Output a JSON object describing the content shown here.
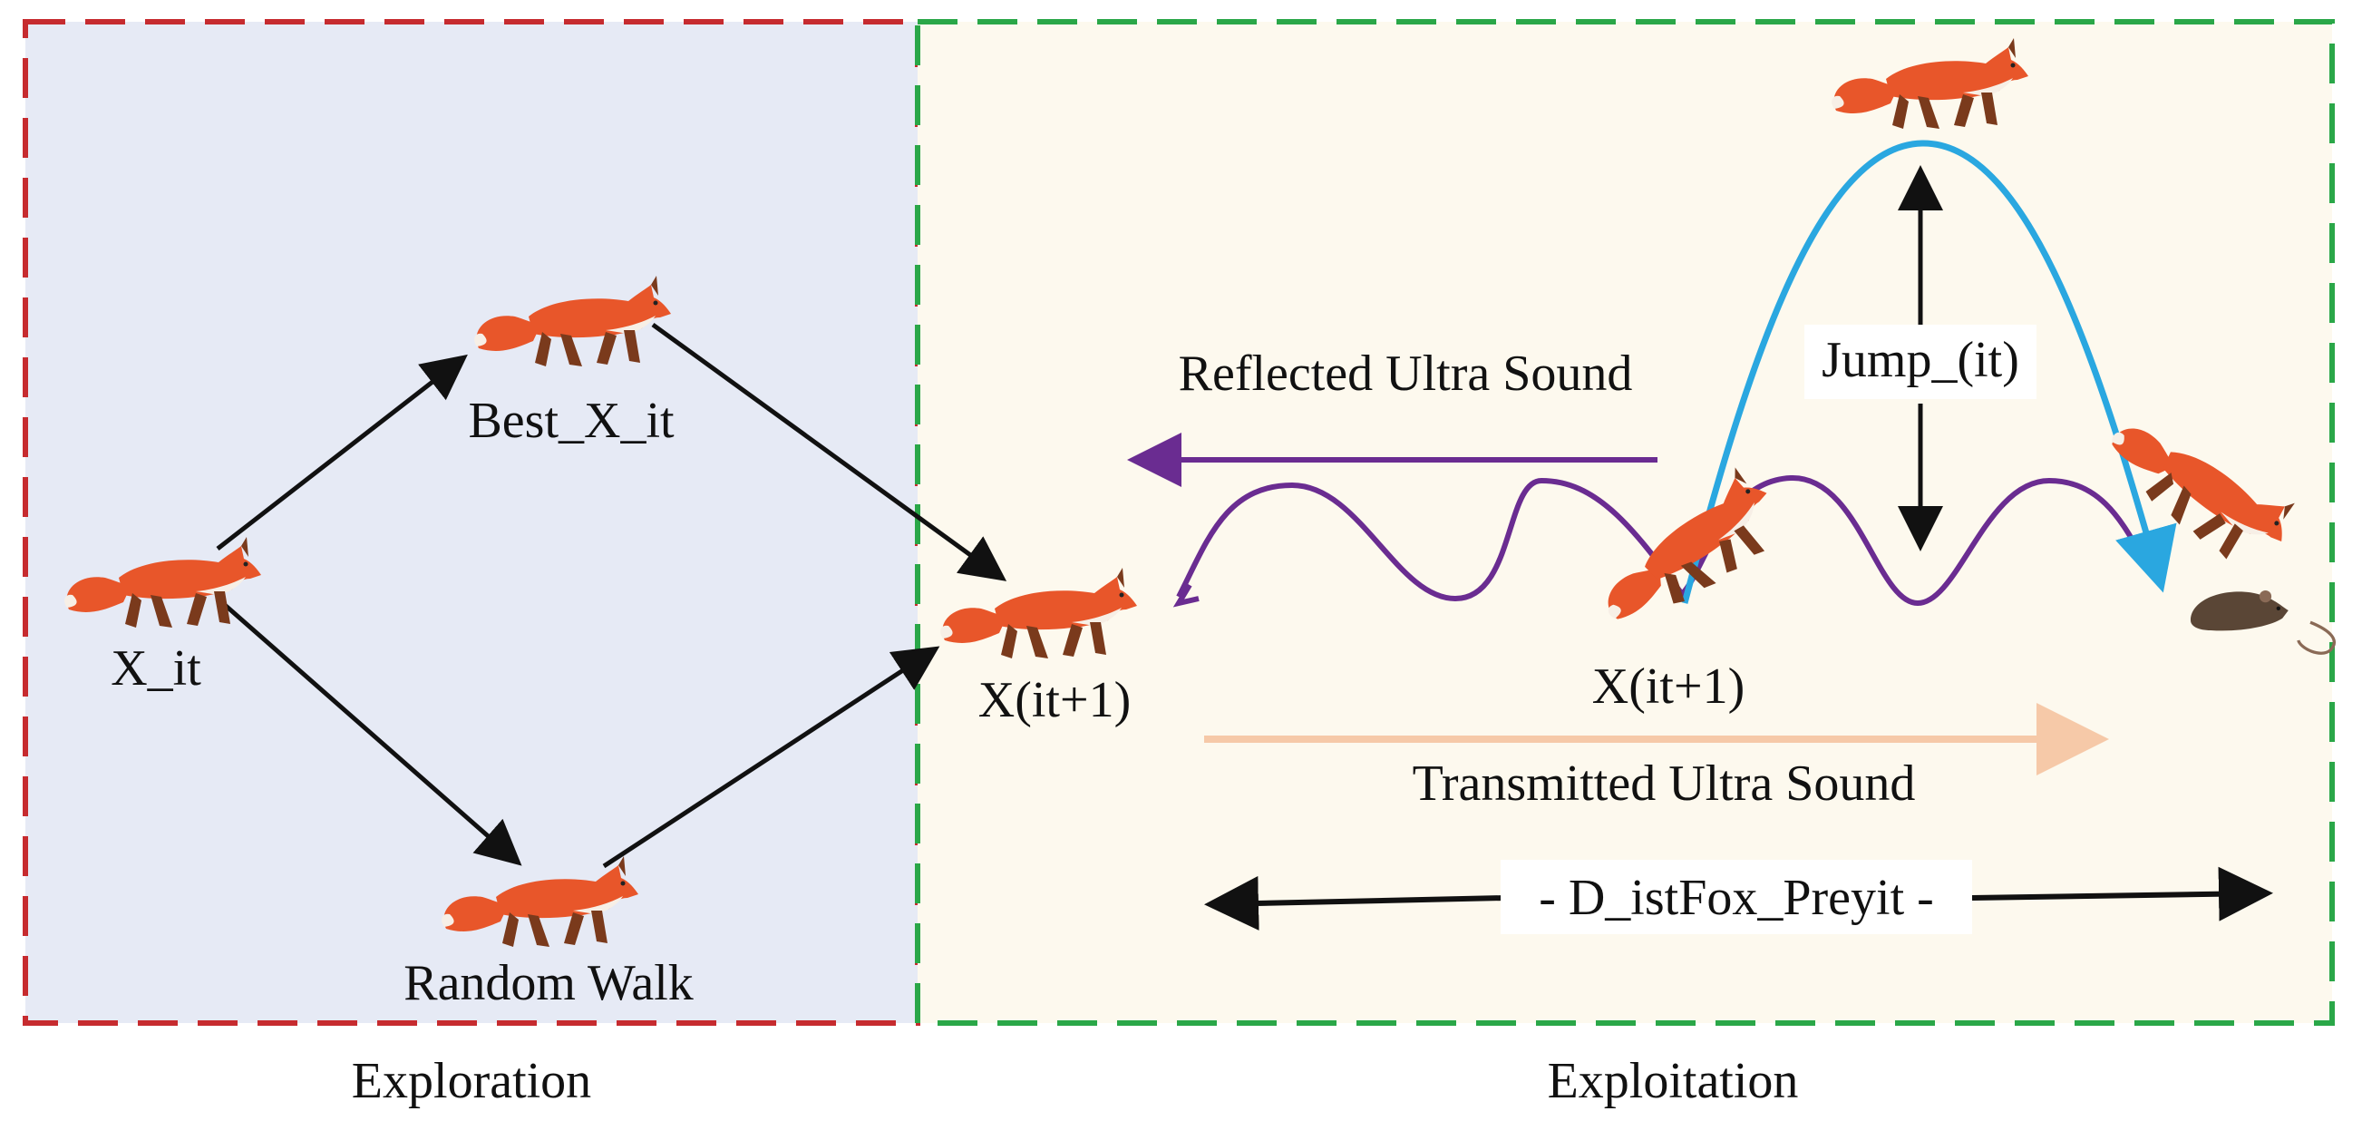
{
  "panels": {
    "exploration": {
      "caption": "Exploration",
      "fill": "#e6eaf5",
      "border": "#c62b2f"
    },
    "exploitation": {
      "caption": "Exploitation",
      "fill": "#fdf9ee",
      "border": "#2aa748"
    }
  },
  "labels": {
    "x_it": "X_it",
    "best_x_it": "Best_X_it",
    "random_walk": "Random Walk",
    "x_next_left": "X(it+1)",
    "x_next_right": "X(it+1)",
    "reflected": "Reflected Ultra Sound",
    "transmitted": "Transmitted Ultra Sound",
    "jump": "Jump_(it)",
    "distance": "- D_istFox_Preyit -"
  },
  "colors": {
    "fox_body": "#e8562a",
    "fox_dark": "#7a3a1c",
    "fox_white": "#f7efe6",
    "jump_arc": "#2aa7e0",
    "wave": "#6a2c91",
    "transmitted_arrow": "#f6c9a8",
    "mouse": "#5a4636"
  },
  "icons": [
    "fox-icon",
    "mouse-icon"
  ]
}
